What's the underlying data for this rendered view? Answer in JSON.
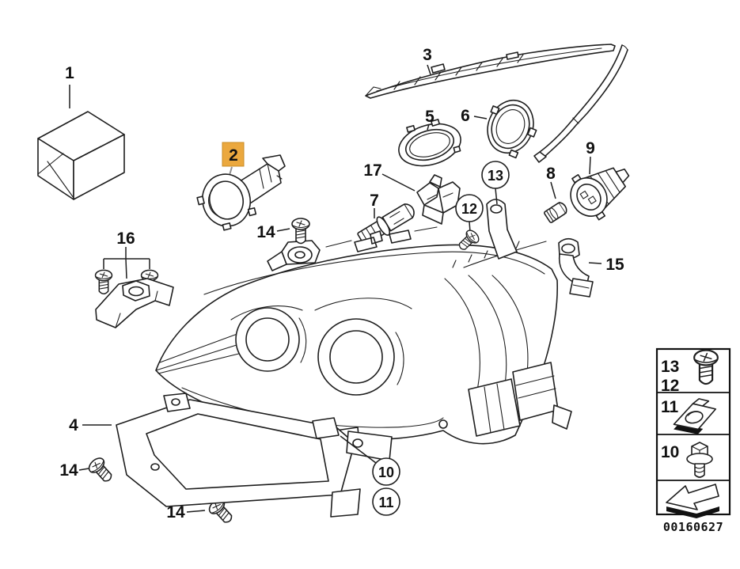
{
  "diagram": {
    "description": "Exploded parts diagram of a vehicle headlight assembly",
    "drawing_number": "00160627",
    "highlight": {
      "part": "2",
      "color": "#EBA83E",
      "border": "#C98B24"
    },
    "callouts": {
      "n1": "1",
      "n2": "2",
      "n3": "3",
      "n4": "4",
      "n5": "5",
      "n6": "6",
      "n7": "7",
      "n8": "8",
      "n9": "9",
      "n10": "10",
      "n11": "11",
      "n12": "12",
      "n13": "13",
      "n14": "14",
      "n15": "15",
      "n16": "16",
      "n17": "17"
    }
  },
  "legend": {
    "rows": [
      {
        "labels": [
          "13",
          "12"
        ],
        "icon": "screw-icon"
      },
      {
        "labels": [
          "11"
        ],
        "icon": "speed-nut-clip-icon"
      },
      {
        "labels": [
          "10"
        ],
        "icon": "flange-bolt-icon"
      },
      {
        "labels": [],
        "icon": "direction-arrow-icon"
      }
    ]
  }
}
